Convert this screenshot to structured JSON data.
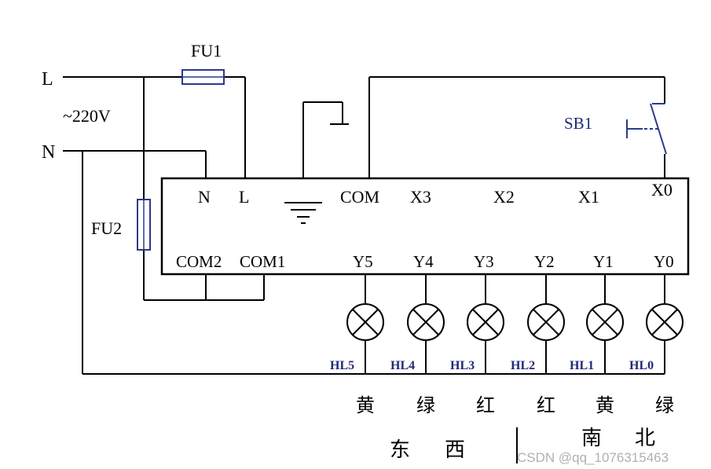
{
  "supply": {
    "line_label": "L",
    "neutral_label": "N",
    "voltage": "~220V"
  },
  "fuses": {
    "fu1": "FU1",
    "fu2": "FU2"
  },
  "switch": {
    "label": "SB1"
  },
  "plc": {
    "top_terminals": [
      "N",
      "L",
      "COM",
      "X3",
      "X2",
      "X1",
      "X0"
    ],
    "bottom_terminals": [
      "COM2",
      "COM1",
      "Y5",
      "Y4",
      "Y3",
      "Y2",
      "Y1",
      "Y0"
    ]
  },
  "lamps": [
    {
      "id": "HL5",
      "color": "黄"
    },
    {
      "id": "HL4",
      "color": "绿"
    },
    {
      "id": "HL3",
      "color": "红"
    },
    {
      "id": "HL2",
      "color": "红"
    },
    {
      "id": "HL1",
      "color": "黄"
    },
    {
      "id": "HL0",
      "color": "绿"
    }
  ],
  "direction": {
    "east": "东",
    "west": "西",
    "south": "南",
    "north": "北"
  },
  "watermark": "CSDN @qq_1076315463"
}
